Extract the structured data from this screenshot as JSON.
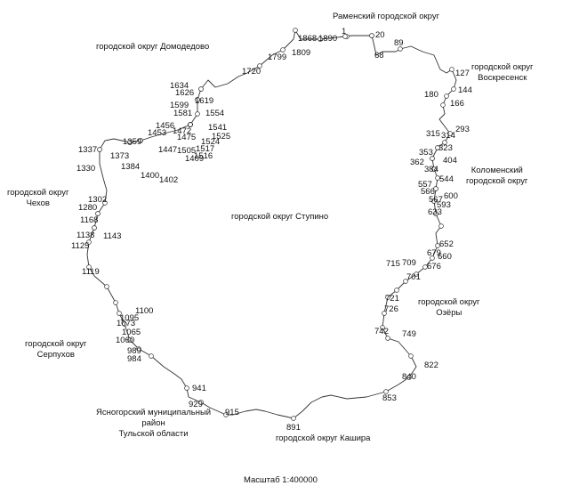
{
  "regions": {
    "ramensky": [
      "Раменский городской округ"
    ],
    "domodedovo": [
      "городской округ Домодедово"
    ],
    "voskresensk": [
      "городской округ",
      "Воскресенск"
    ],
    "kolomensky": [
      "Коломенский",
      "городской округ"
    ],
    "chekhov": [
      "городской округ",
      "Чехов"
    ],
    "stupino": [
      "городской округ Ступино"
    ],
    "ozery": [
      "городской округ",
      "Озёры"
    ],
    "serpukhov": [
      "городской округ",
      "Серпухов"
    ],
    "yasnogorsky": [
      "Ясногорский муниципальный",
      "район",
      "Тульской области"
    ],
    "kashira": [
      "городской округ Кашира"
    ]
  },
  "scale": "Масштаб 1:400000",
  "points": [
    "1",
    "20",
    "89",
    "127",
    "144",
    "166",
    "180",
    "293",
    "315",
    "314",
    "323",
    "353",
    "404",
    "362",
    "384",
    "544",
    "557",
    "566",
    "567",
    "600",
    "593",
    "633",
    "652",
    "660",
    "679",
    "676",
    "715",
    "709",
    "701",
    "721",
    "726",
    "742",
    "749",
    "822",
    "840",
    "853",
    "891",
    "915",
    "929",
    "941",
    "984",
    "989",
    "1060",
    "1065",
    "1073",
    "1095",
    "1100",
    "1119",
    "1125",
    "1143",
    "1138",
    "1168",
    "1280",
    "1302",
    "1330",
    "1337",
    "1373",
    "1359",
    "1384",
    "1400",
    "1402",
    "1409",
    "1447",
    "1453",
    "1456",
    "1472",
    "1475",
    "1505",
    "1516",
    "1517",
    "1524",
    "1525",
    "1541",
    "1554",
    "1581",
    "1599",
    "1619",
    "1626",
    "1634",
    "1720",
    "1799",
    "1809",
    "1868",
    "1890",
    "68"
  ],
  "colors": {
    "line": "#333333",
    "text": "#111111",
    "background": "#ffffff"
  }
}
